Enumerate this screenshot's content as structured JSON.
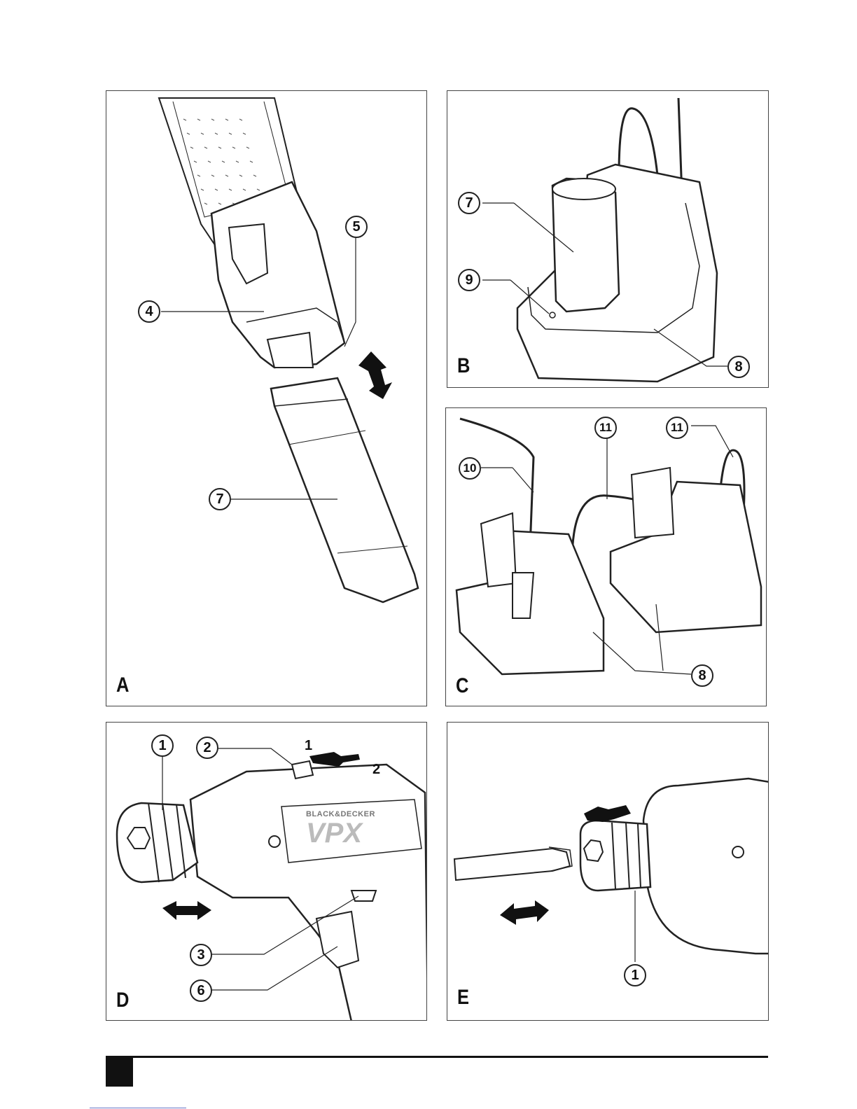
{
  "panels": [
    {
      "id": "A",
      "letter": "A",
      "callouts": [
        "4",
        "5",
        "7"
      ]
    },
    {
      "id": "B",
      "letter": "B",
      "callouts": [
        "7",
        "9",
        "8"
      ]
    },
    {
      "id": "C",
      "letter": "C",
      "callouts": [
        "10",
        "11",
        "11",
        "8"
      ]
    },
    {
      "id": "D",
      "letter": "D",
      "callouts": [
        "1",
        "2",
        "3",
        "6"
      ],
      "steps": [
        "1",
        "2"
      ]
    },
    {
      "id": "E",
      "letter": "E",
      "callouts": [
        "1"
      ]
    }
  ],
  "brand_logo": {
    "brand": "BLACK&DECKER",
    "product": "VPX"
  },
  "colors": {
    "line": "#222222",
    "border": "#444444",
    "fill": "#f2f2f2",
    "dark": "#111111"
  },
  "icons": [
    "double-arrow-icon",
    "insert-arrow-icon"
  ]
}
